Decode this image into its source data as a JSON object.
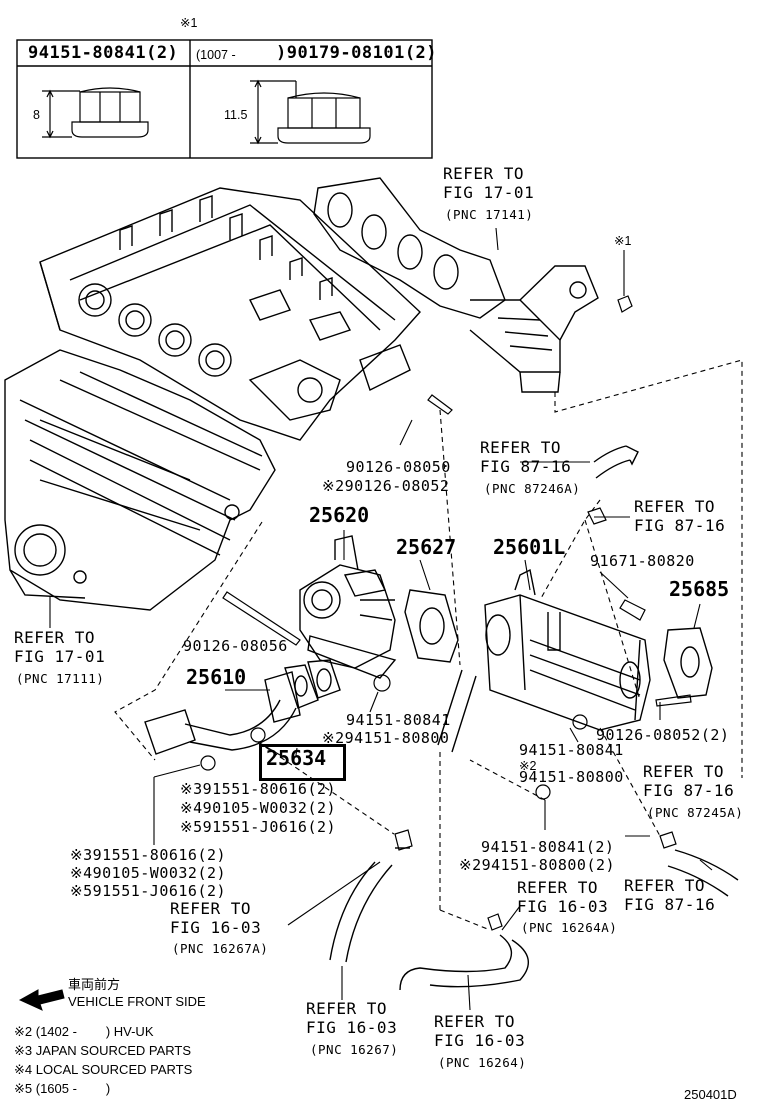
{
  "hardware_table": {
    "top_mark": "※1",
    "left_part": "94151-80841(2)",
    "right_part_prefix": "(1007 -",
    "right_part": ")90179-08101(2)",
    "left_height": "8",
    "right_height": "11.5"
  },
  "refs": {
    "r1701_top": {
      "line1": "REFER TO",
      "line2": "FIG 17-01",
      "pnc": "(PNC 17141)"
    },
    "r1701_left": {
      "line1": "REFER TO",
      "line2": "FIG 17-01",
      "pnc": "(PNC 17111)"
    },
    "r8716_a": {
      "line1": "REFER TO",
      "line2": "FIG 87-16",
      "pnc": "(PNC 87246A)"
    },
    "r8716_b": {
      "line1": "REFER TO",
      "line2": "FIG 87-16"
    },
    "r8716_c": {
      "line1": "REFER TO",
      "line2": "FIG 87-16",
      "pnc": "(PNC 87245A)"
    },
    "r8716_d": {
      "line1": "REFER TO",
      "line2": "FIG 87-16"
    },
    "r1603_a": {
      "line1": "REFER TO",
      "line2": "FIG 16-03",
      "pnc": "(PNC 16267A)"
    },
    "r1603_b": {
      "line1": "REFER TO",
      "line2": "FIG 16-03",
      "pnc": "(PNC 16264A)"
    },
    "r1603_c": {
      "line1": "REFER TO",
      "line2": "FIG 16-03",
      "pnc": "(PNC 16267)"
    },
    "r1603_d": {
      "line1": "REFER TO",
      "line2": "FIG 16-03",
      "pnc": "(PNC 16264)"
    }
  },
  "mark_x1": "※1",
  "parts": {
    "p25620": "25620",
    "p25627": "25627",
    "p25601L": "25601L",
    "p25685": "25685",
    "p25610": "25610",
    "p25634": "25634",
    "stud_a1": "90126-08050",
    "stud_a2": "※290126-08052",
    "stud_b": "90126-08056",
    "stud_c": "90126-08052(2)",
    "bolt_91671": "91671-80820",
    "nut_mid1": "94151-80841",
    "nut_mid2": "※294151-80800",
    "nut_r1": "94151-80841",
    "nut_r2": "※2",
    "nut_r3": "94151-80800",
    "nut_low1": "94151-80841(2)",
    "nut_low2": "※294151-80800(2)",
    "bolt_ctr1": "※391551-80616(2)",
    "bolt_ctr2": "※490105-W0032(2)",
    "bolt_ctr3": "※591551-J0616(2)",
    "bolt_left1": "※391551-80616(2)",
    "bolt_left2": "※490105-W0032(2)",
    "bolt_left3": "※591551-J0616(2)"
  },
  "front": {
    "jp": "車両前方",
    "en": "VEHICLE FRONT SIDE"
  },
  "notes": [
    "※2 (1402 -        ) HV-UK",
    "※3 JAPAN SOURCED PARTS",
    "※4 LOCAL SOURCED PARTS",
    "※5 (1605 -        )"
  ],
  "figure_id": "250401D"
}
